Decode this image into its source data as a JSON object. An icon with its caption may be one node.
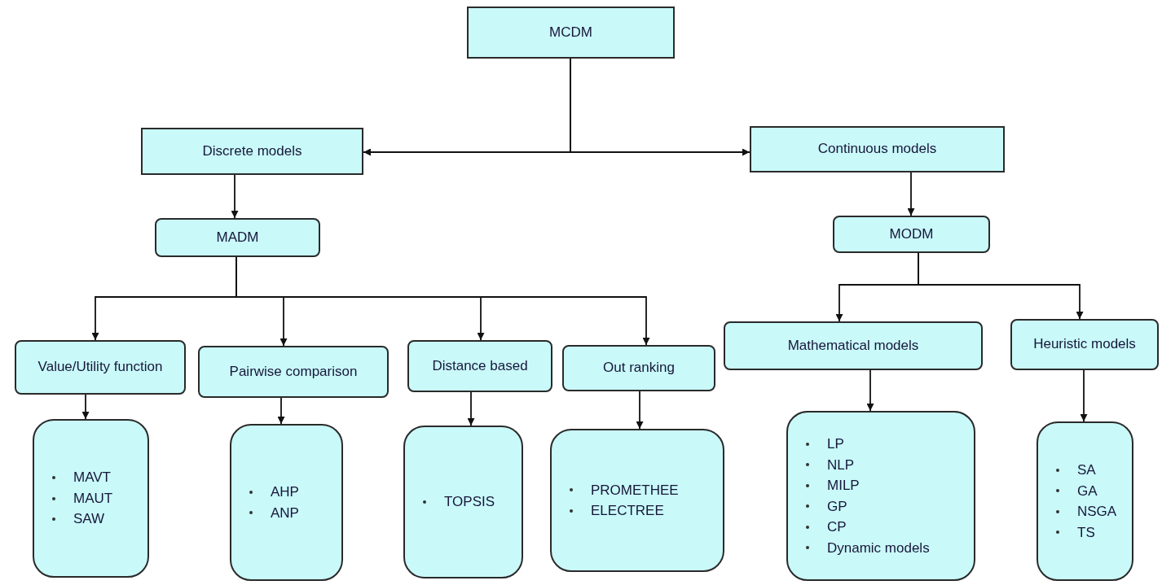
{
  "diagram": {
    "nodes": [
      {
        "text": [
          "MCDM"
        ]
      },
      {
        "text": [
          "Discrete models"
        ]
      },
      {
        "text": [
          "Continuous models"
        ]
      },
      {
        "text": [
          "MADM"
        ]
      },
      {
        "text": [
          "MODM"
        ]
      },
      {
        "text": [
          "Value/Utility function"
        ]
      },
      {
        "text": [
          "Pairwise comparison"
        ]
      },
      {
        "text": [
          "Distance based"
        ]
      },
      {
        "text": [
          "Out ranking"
        ]
      },
      {
        "text": [
          "Mathematical models"
        ]
      },
      {
        "text": [
          "Heuristic models"
        ]
      },
      {
        "text": [
          "MAVT",
          "MAUT",
          "SAW"
        ]
      },
      {
        "text": [
          "AHP",
          "ANP"
        ]
      },
      {
        "text": [
          "TOPSIS"
        ]
      },
      {
        "text": [
          "PROMETHEE",
          "ELECTREE"
        ]
      },
      {
        "text": [
          "LP",
          "NLP",
          "MILP",
          "GP",
          "CP",
          "Dynamic models"
        ]
      },
      {
        "text": [
          "SA",
          "GA",
          "NSGA",
          "TS"
        ]
      }
    ],
    "edges": [
      {
        "from": 0,
        "to": 1,
        "arrow": "to"
      },
      {
        "from": 0,
        "to": 2,
        "arrow": "to"
      },
      {
        "from": 1,
        "to": 3,
        "arrow": "to"
      },
      {
        "from": 2,
        "to": 4,
        "arrow": "to"
      },
      {
        "from": 3,
        "to": 5,
        "arrow": "to"
      },
      {
        "from": 3,
        "to": 6,
        "arrow": "to"
      },
      {
        "from": 3,
        "to": 7,
        "arrow": "to"
      },
      {
        "from": 3,
        "to": 8,
        "arrow": "to"
      },
      {
        "from": 4,
        "to": 9,
        "arrow": "to"
      },
      {
        "from": 4,
        "to": 10,
        "arrow": "to"
      },
      {
        "from": 5,
        "to": 11,
        "arrow": "to"
      },
      {
        "from": 6,
        "to": 12,
        "arrow": "to"
      },
      {
        "from": 7,
        "to": 13,
        "arrow": "to"
      },
      {
        "from": 8,
        "to": 14,
        "arrow": "to"
      },
      {
        "from": 9,
        "to": 15,
        "arrow": "to"
      },
      {
        "from": 10,
        "to": 16,
        "arrow": "to"
      }
    ]
  }
}
